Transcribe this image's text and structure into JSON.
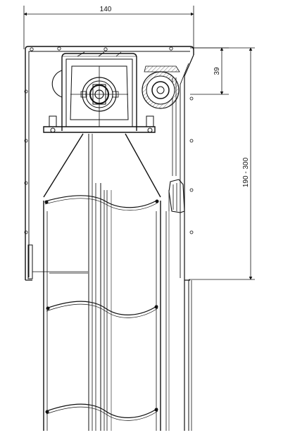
{
  "drawing": {
    "dimensions": {
      "overall_width": "140",
      "top_offset": "39",
      "height_range": "190 - 300"
    },
    "colors": {
      "line": "#111111",
      "background": "#ffffff",
      "hatch": "#555555"
    }
  }
}
